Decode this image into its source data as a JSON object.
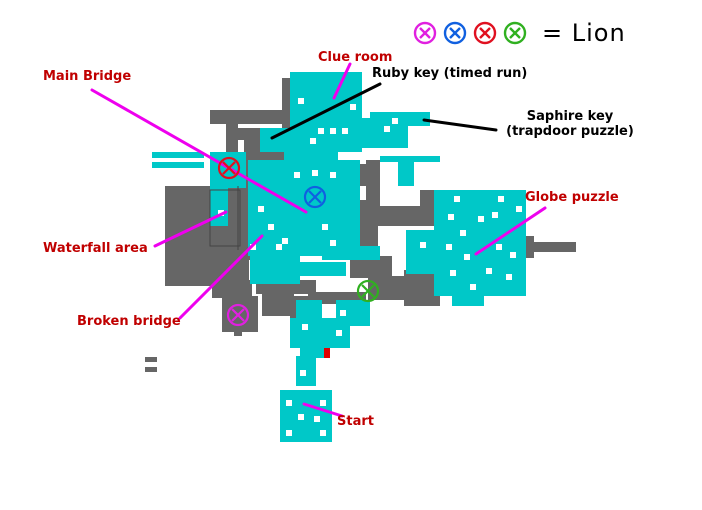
{
  "legend": {
    "markers": [
      {
        "color": "#e020e0",
        "icon": "x-circle-icon"
      },
      {
        "color": "#1060e0",
        "icon": "x-circle-icon"
      },
      {
        "color": "#e01020",
        "icon": "x-circle-icon"
      },
      {
        "color": "#30b020",
        "icon": "x-circle-icon"
      }
    ],
    "equals_text": "= Lion"
  },
  "labels": {
    "clue_room": "Clue room",
    "ruby_key": "Ruby key (timed run)",
    "main_bridge": "Main Bridge",
    "saphire_key_line1": "Saphire key",
    "saphire_key_line2": "(trapdoor puzzle)",
    "globe_puzzle": "Globe puzzle",
    "waterfall_area": "Waterfall area",
    "broken_bridge": "Broken bridge",
    "start": "Start"
  },
  "colors": {
    "room_fill": "#00c8c8",
    "wall": "#666666",
    "floor_cell": "#ffffff",
    "pointer_magenta": "#ee00ee",
    "pointer_black": "#000000",
    "door_red": "#e00000"
  },
  "markers_on_map": [
    {
      "name": "lion-marker-red",
      "color": "#e01020"
    },
    {
      "name": "lion-marker-blue",
      "color": "#1060e0"
    },
    {
      "name": "lion-marker-magenta",
      "color": "#e020e0"
    },
    {
      "name": "lion-marker-green",
      "color": "#30b020"
    }
  ]
}
